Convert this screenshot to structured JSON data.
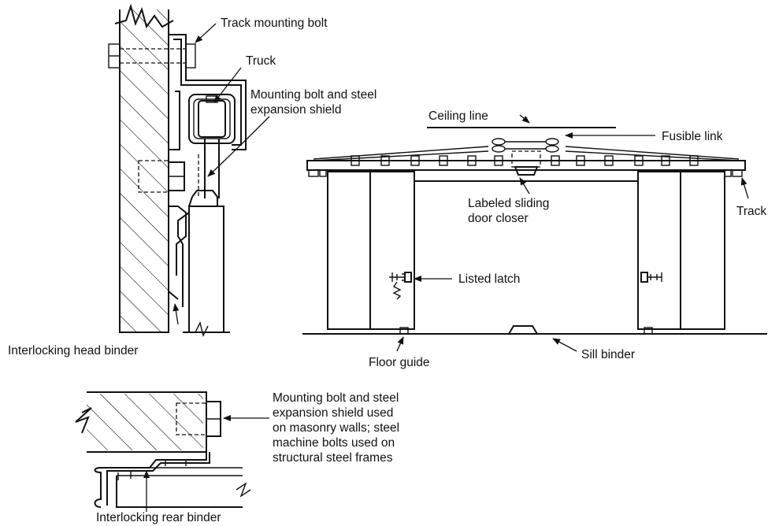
{
  "labels": {
    "track_mounting_bolt": "Track mounting bolt",
    "truck": "Truck",
    "mounting_bolt_line1": "Mounting bolt and steel",
    "mounting_bolt_line2": "expansion shield",
    "interlocking_head_binder": "Interlocking head binder",
    "ceiling_line": "Ceiling line",
    "fusible_link": "Fusible link",
    "closer_line1": "Labeled sliding",
    "closer_line2": "door closer",
    "track": "Track",
    "listed_latch": "Listed latch",
    "floor_guide": "Floor guide",
    "sill_binder": "Sill binder",
    "rear_mount_line1": "Mounting bolt and steel",
    "rear_mount_line2": "expansion shield used",
    "rear_mount_line3": "on masonry walls; steel",
    "rear_mount_line4": "machine bolts used on",
    "rear_mount_line5": "structural steel frames",
    "interlocking_rear_binder": "Interlocking rear binder"
  },
  "colors": {
    "ink": "#111111",
    "background": "#ffffff"
  }
}
